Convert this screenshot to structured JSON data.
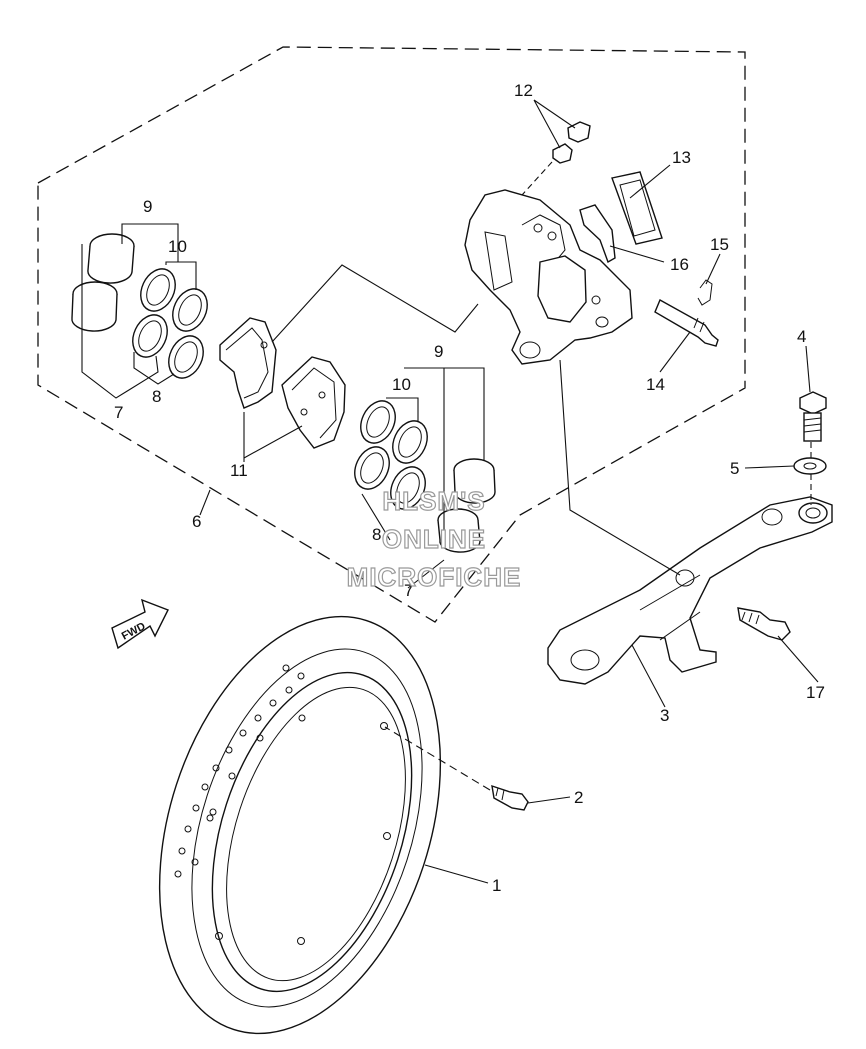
{
  "diagram": {
    "callouts": {
      "c1": "1",
      "c2": "2",
      "c3": "3",
      "c4": "4",
      "c5": "5",
      "c6": "6",
      "c7a": "7",
      "c7b": "7",
      "c8a": "8",
      "c8b": "8",
      "c9a": "9",
      "c9b": "9",
      "c10a": "10",
      "c10b": "10",
      "c11": "11",
      "c12": "12",
      "c13": "13",
      "c14": "14",
      "c15": "15",
      "c16": "16",
      "c17": "17"
    },
    "fwd_label": "FWD",
    "watermark": [
      "HLSM'S",
      "ONLINE",
      "MICROFICHE"
    ]
  }
}
